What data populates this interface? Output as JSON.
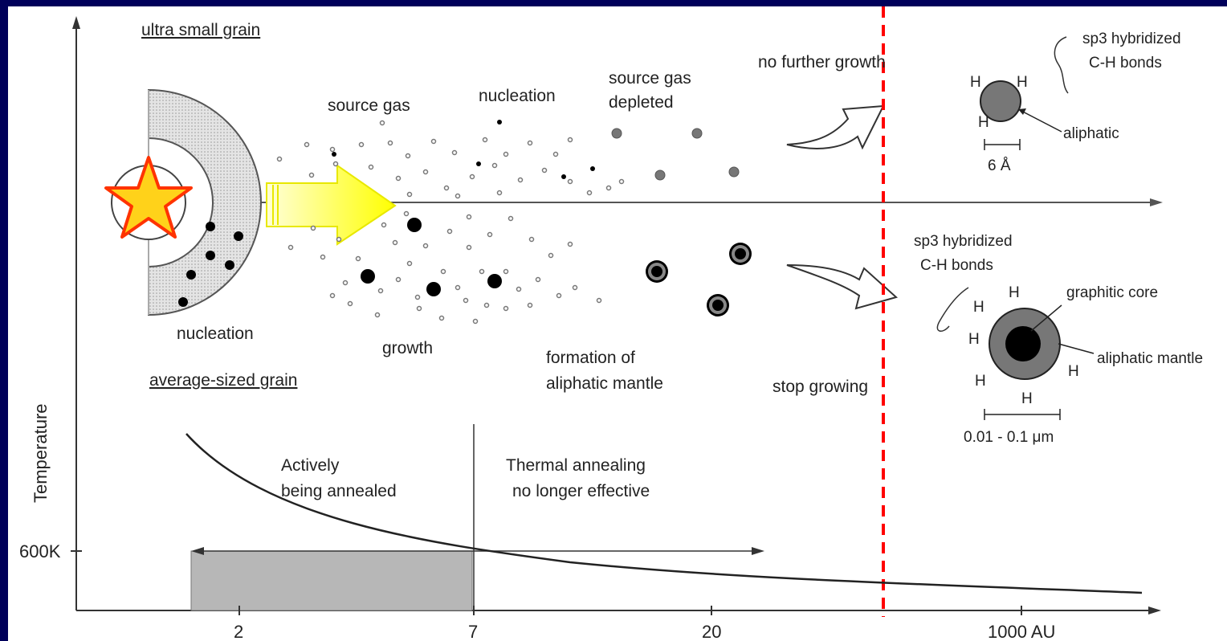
{
  "colors": {
    "background": "#00005a",
    "panel": "#ffffff",
    "boundary": "#ff0000",
    "arrow_fill": "#ffff00",
    "star_fill": "#ffd21a",
    "star_stroke": "#ff3300",
    "shell_gray": "#cccccc",
    "grain_gray": "#777777",
    "annealing_fill": "#b7b7b7"
  },
  "labels": {
    "ultra_small_grain": "ultra small grain",
    "average_sized_grain": "average-sized grain",
    "nucleation_left": "nucleation",
    "source_gas": "source gas",
    "nucleation_top": "nucleation",
    "source_gas_depleted_1": "source gas",
    "source_gas_depleted_2": "depleted",
    "no_further_growth": "no further growth",
    "growth": "growth",
    "formation_1": "formation of",
    "formation_2": "aliphatic mantle",
    "stop_growing": "stop growing",
    "top_sp3_1": "sp3 hybridized",
    "top_sp3_2": "C-H bonds",
    "aliphatic": "aliphatic",
    "size_small": "6 Å",
    "bottom_sp3_1": "sp3 hybridized",
    "bottom_sp3_2": "C-H bonds",
    "graphitic_core": "graphitic core",
    "aliphatic_mantle": "aliphatic mantle",
    "size_large": "0.01 - 0.1 μm",
    "h": "H"
  },
  "temperature_plot": {
    "ylabel": "Temperature",
    "y_tick": "600K",
    "x_ticks": [
      "2",
      "7",
      "20",
      "1000 AU"
    ],
    "annealed_1": "Actively",
    "annealed_2": "being annealed",
    "not_effective_1": "Thermal annealing",
    "not_effective_2": "no longer effective"
  }
}
